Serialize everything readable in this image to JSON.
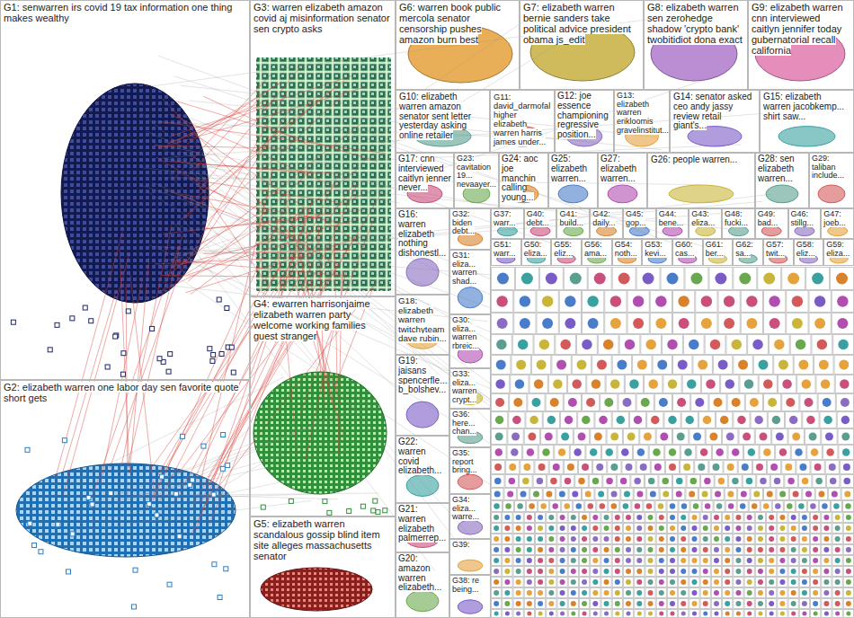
{
  "diagram": {
    "nodes": [
      {
        "text": [
          "G1: senwarren irs covid 19 tax information one thing makes wealthy"
        ]
      },
      {
        "text": [
          "G2: elizabeth warren one labor day sen favorite quote short gets"
        ]
      },
      {
        "text": [
          "G3: warren elizabeth amazon covid aj misinformation senator sen crypto asks"
        ]
      },
      {
        "text": [
          "G4: ewarren harrisonjaime elizabeth warren party welcome working families guest stranger"
        ]
      },
      {
        "text": [
          "G5: elizabeth warren scandalous gossip blind item site alleges massachusetts senator"
        ]
      },
      {
        "text": [
          "G6: warren book public mercola senator censorship pushes amazon burn best"
        ]
      },
      {
        "text": [
          "G7: elizabeth warren bernie sanders take political advice president obama js_edit"
        ]
      },
      {
        "text": [
          "G8: elizabeth warren sen zerohedge shadow 'crypto bank' twobitidiot dona exact"
        ]
      },
      {
        "text": [
          "G9: elizabeth warren cnn interviewed caitlyn jennifer today gubernatorial recall california"
        ]
      },
      {
        "text": [
          "G10: elizabeth warren amazon senator sent letter yesterday asking online retailer"
        ]
      },
      {
        "text": [
          "G11: david_darmofal higher elizabeth warren harris james under..."
        ]
      },
      {
        "text": [
          "G12: joe essence championing regressive position..."
        ]
      },
      {
        "text": [
          "G13: elizabeth warren erikloomis gravelinstitut..."
        ]
      },
      {
        "text": [
          "G14: senator asked ceo andy jassy review retail giant's..."
        ]
      },
      {
        "text": [
          "G15: elizabeth warren jacobkemp... shirt saw..."
        ]
      },
      {
        "text": [
          "G17: cnn interviewed caitlyn jenner never..."
        ]
      },
      {
        "text": [
          "G23: cavitation 19... nevaayer..."
        ]
      },
      {
        "text": [
          "G24: aoc joe manchin calling young..."
        ]
      },
      {
        "text": [
          "G25: elizabeth warren..."
        ]
      },
      {
        "text": [
          "G27: elizabeth warren..."
        ]
      },
      {
        "text": [
          "G26: people warren..."
        ]
      },
      {
        "text": [
          "G28: sen elizabeth warren..."
        ]
      },
      {
        "text": [
          "G29: taliban include..."
        ]
      },
      {
        "text": [
          "G16: warren elizabeth nothing dishonestl..."
        ]
      },
      {
        "text": [
          "G18: elizabeth warren twitchyteam dave rubin..."
        ]
      },
      {
        "text": [
          "G19: jaisans spencerfle... b_bolshev..."
        ]
      },
      {
        "text": [
          "G22: warren covid elizabeth..."
        ]
      },
      {
        "text": [
          "G21: warren elizabeth palmerrep..."
        ]
      },
      {
        "text": [
          "G20: amazon warren elizabeth..."
        ]
      },
      {
        "text": [
          "G32: biden debt..."
        ]
      },
      {
        "text": [
          "G31: eliza... warren shad..."
        ]
      },
      {
        "text": [
          "G30: eliza... warren rbreic..."
        ]
      },
      {
        "text": [
          "G33: eliza... warren crypt..."
        ]
      },
      {
        "text": [
          "G36: here... chan..."
        ]
      },
      {
        "text": [
          "G35: report bring..."
        ]
      },
      {
        "text": [
          "G34: eliza... warre..."
        ]
      },
      {
        "text": [
          "G39:"
        ]
      },
      {
        "text": [
          "G38: re being..."
        ]
      },
      {
        "text": [
          "G37: warr..."
        ]
      },
      {
        "text": [
          "G40: debt..."
        ]
      },
      {
        "text": [
          "G41: build..."
        ]
      },
      {
        "text": [
          "G42: daily..."
        ]
      },
      {
        "text": [
          "G45: gop..."
        ]
      },
      {
        "text": [
          "G44: bene..."
        ]
      },
      {
        "text": [
          "G43: eliza..."
        ]
      },
      {
        "text": [
          "G48: fucki..."
        ]
      },
      {
        "text": [
          "G49: bad..."
        ]
      },
      {
        "text": [
          "G46: stillg..."
        ]
      },
      {
        "text": [
          "G47: joeb..."
        ]
      },
      {
        "text": [
          "G51: warr..."
        ]
      },
      {
        "text": [
          "G50: eliza..."
        ]
      },
      {
        "text": [
          "G55: eliz..."
        ]
      },
      {
        "text": [
          "G56: ama..."
        ]
      },
      {
        "text": [
          "G54: noth..."
        ]
      },
      {
        "text": [
          "G53: kevi..."
        ]
      },
      {
        "text": [
          "G60: cas..."
        ]
      },
      {
        "text": [
          "G61: ber..."
        ]
      },
      {
        "text": [
          "G62: sa..."
        ]
      },
      {
        "text": [
          "G57: twit..."
        ]
      },
      {
        "text": [
          "G58: eliz..."
        ]
      },
      {
        "text": [
          "G59: eliza..."
        ]
      }
    ]
  }
}
